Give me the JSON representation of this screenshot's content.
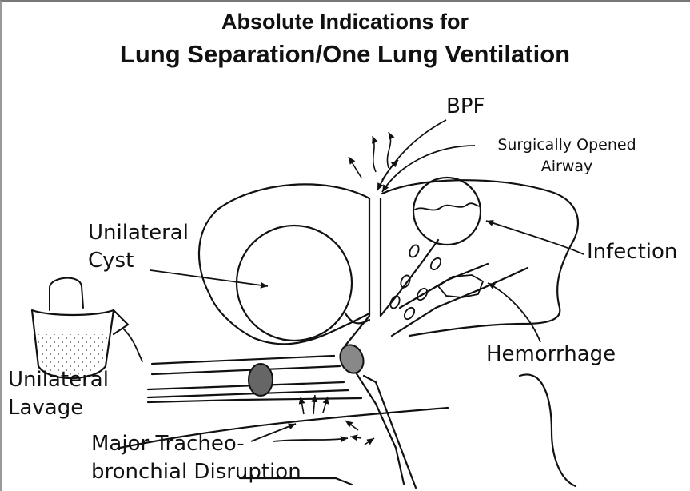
{
  "title": {
    "line1": "Absolute Indications for",
    "line2": "Lung Separation/One Lung Ventilation"
  },
  "labels": {
    "bpf": "BPF",
    "surgically_opened_line1": "Surgically Opened",
    "surgically_opened_line2": "Airway",
    "unilateral_cyst_line1": "Unilateral",
    "unilateral_cyst_line2": "Cyst",
    "infection": "Infection",
    "hemorrhage": "Hemorrhage",
    "unilateral_lavage_line1": "Unilateral",
    "unilateral_lavage_line2": "Lavage",
    "disruption_line1": "Major Tracheo-",
    "disruption_line2": "bronchial Disruption"
  }
}
